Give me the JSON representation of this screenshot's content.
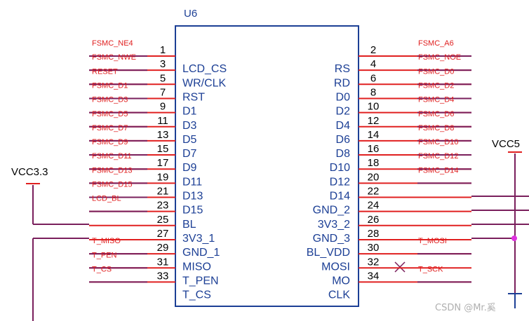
{
  "component": {
    "ref": "U6",
    "left_pins": [
      {
        "num": "1",
        "label": "",
        "net": "FSMC_NE4"
      },
      {
        "num": "3",
        "label": "LCD_CS",
        "net": "FSMC_NWE"
      },
      {
        "num": "5",
        "label": "WR/CLK",
        "net": "RESET"
      },
      {
        "num": "7",
        "label": "RST",
        "net": "FSMC_D1"
      },
      {
        "num": "9",
        "label": "D1",
        "net": "FSMC_D3"
      },
      {
        "num": "11",
        "label": "D3",
        "net": "FSMC_D5"
      },
      {
        "num": "13",
        "label": "D5",
        "net": "FSMC_D7"
      },
      {
        "num": "15",
        "label": "D7",
        "net": "FSMC_D9"
      },
      {
        "num": "17",
        "label": "D9",
        "net": "FSMC_D11"
      },
      {
        "num": "19",
        "label": "D11",
        "net": "FSMC_D13"
      },
      {
        "num": "21",
        "label": "D13",
        "net": "FSMC_D15"
      },
      {
        "num": "23",
        "label": "D15",
        "net": "LCD_BL"
      },
      {
        "num": "25",
        "label": "BL",
        "net": ""
      },
      {
        "num": "27",
        "label": "3V3_1",
        "net": ""
      },
      {
        "num": "29",
        "label": "GND_1",
        "net": "T_MISO"
      },
      {
        "num": "31",
        "label": "MISO",
        "net": "T_PEN"
      },
      {
        "num": "33",
        "label": "T_PEN",
        "net": "T_CS"
      },
      {
        "num": "",
        "label": "T_CS",
        "net": ""
      }
    ],
    "right_pins": [
      {
        "num": "2",
        "label": "",
        "net": "FSMC_A6"
      },
      {
        "num": "4",
        "label": "RS",
        "net": "FSMC_NOE"
      },
      {
        "num": "6",
        "label": "RD",
        "net": "FSMC_D0"
      },
      {
        "num": "8",
        "label": "D0",
        "net": "FSMC_D2"
      },
      {
        "num": "10",
        "label": "D2",
        "net": "FSMC_D4"
      },
      {
        "num": "12",
        "label": "D4",
        "net": "FSMC_D6"
      },
      {
        "num": "14",
        "label": "D6",
        "net": "FSMC_D8"
      },
      {
        "num": "16",
        "label": "D8",
        "net": "FSMC_D10"
      },
      {
        "num": "18",
        "label": "D10",
        "net": "FSMC_D12"
      },
      {
        "num": "20",
        "label": "D12",
        "net": "FSMC_D14"
      },
      {
        "num": "22",
        "label": "D14",
        "net": ""
      },
      {
        "num": "24",
        "label": "GND_2",
        "net": ""
      },
      {
        "num": "26",
        "label": "3V3_2",
        "net": ""
      },
      {
        "num": "28",
        "label": "GND_3",
        "net": ""
      },
      {
        "num": "30",
        "label": "BL_VDD",
        "net": "T_MOSI"
      },
      {
        "num": "32",
        "label": "MOSI",
        "net": ""
      },
      {
        "num": "34",
        "label": "MO",
        "net": "T_SCK"
      },
      {
        "num": "",
        "label": "CLK",
        "net": ""
      }
    ]
  },
  "power": {
    "vcc33": "VCC3.3",
    "vcc5": "VCC5"
  },
  "watermark": "CSDN @Mr.奚",
  "colors": {
    "body": "#1c3f95",
    "pin_wire": "#e02020",
    "net_wire": "#7a1f5c",
    "net_text": "#e02020",
    "junction": "#e030e0"
  }
}
